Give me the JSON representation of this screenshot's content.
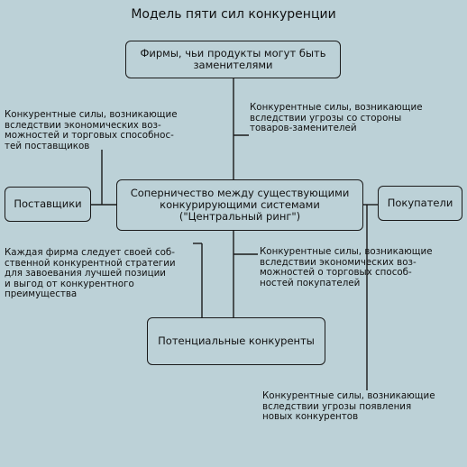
{
  "title": "Модель пяти сил конкуренции",
  "boxes": {
    "substitutes": "Фирмы, чьи продукты могут быть заменителями",
    "rivalry": "Соперничество между существующими конкурирующими системами (\"Центральный ринг\")",
    "suppliers": "Поставщики",
    "buyers": "Покупатели",
    "potential": "Потенциальные конкуренты"
  },
  "notes": {
    "suppliers_force": "Конкурентные силы, возникающие\nвследствии экономических воз-\nможностей и торговых способнос-\nтей поставщиков",
    "substitutes_force": "Конкурентные силы, возникающие\nвследствии угрозы со стороны\nтоваров-заменителей",
    "strategy": "Каждая фирма следует своей соб-\nственной конкурентной стратегии\nдля завоевания лучшей позиции\nи выгод от конкурентного\nпреимущества",
    "buyers_force": "Конкурентные силы, возникающие\nвследствии экономических воз-\nможностей о торговых способ-\nностей покупателей",
    "new_entrants_force": "Конкурентные силы, возникающие\nвследствии угрозы появления\nновых конкурентов"
  },
  "colors": {
    "background": "#bcd1d7",
    "line": "#1a1a1a"
  }
}
